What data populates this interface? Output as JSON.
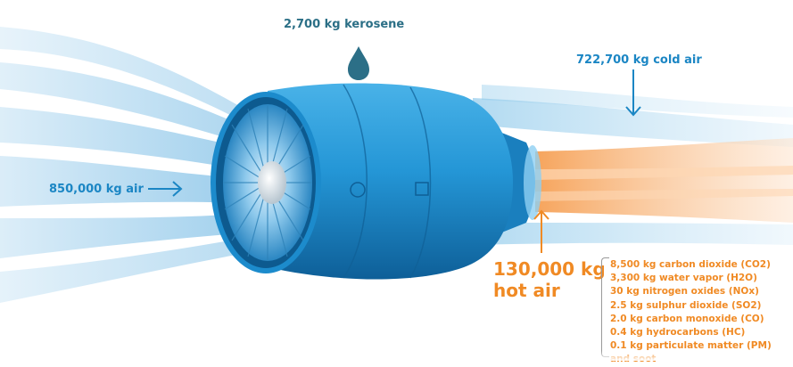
{
  "kerosene": "2,700 kg kerosene",
  "cold_air": "722,700 kg cold air",
  "intake_air": "850,000 kg air",
  "hot_air_amount": "130,000 kg",
  "hot_air_label": "hot air",
  "emissions": [
    "8,500 kg carbon dioxide (CO2)",
    "3,300 kg water vapor (H2O)",
    "30 kg nitrogen oxides (NOx)",
    "2.5 kg sulphur dioxide (SO2)",
    "2.0 kg carbon monoxide (CO)",
    "0.4 kg hydrocarbons (HC)",
    "0.1 kg particulate matter (PM)",
    "and soot"
  ],
  "colors": {
    "airflow": "#a8d4ee",
    "engine": "#1e90d0",
    "engine_dark": "#0f5f96",
    "hot_air": "#f7a25a",
    "label_blue": "#1b86c4",
    "label_orange": "#f08a24"
  }
}
